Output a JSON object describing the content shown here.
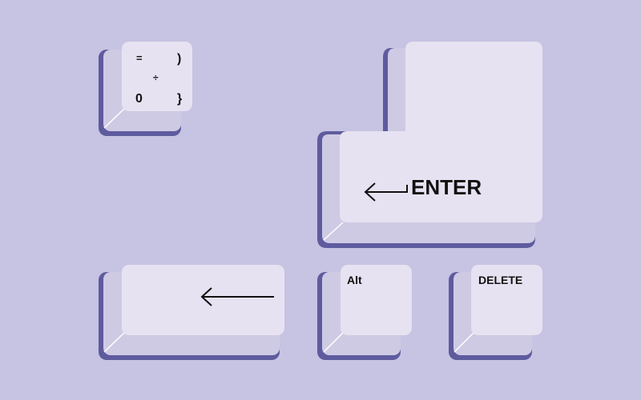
{
  "colors": {
    "background": "#c7c3e2",
    "key_face": "#e6e2f1",
    "key_side": "#5e5b9e",
    "key_shade": "#cfcae4",
    "legend": "#111111",
    "muted_legend": "#b9b4d7"
  },
  "keys": {
    "symbol_key": {
      "top_left": "=",
      "top_right": ")",
      "center": "÷",
      "bottom_left": "0",
      "bottom_right": "}"
    },
    "enter_key": {
      "label": "ENTER",
      "icon": "return-arrow-icon"
    },
    "backspace_key": {
      "icon": "left-arrow-icon"
    },
    "alt_key": {
      "label": "Alt"
    },
    "delete_key": {
      "label": "DELETE"
    }
  }
}
